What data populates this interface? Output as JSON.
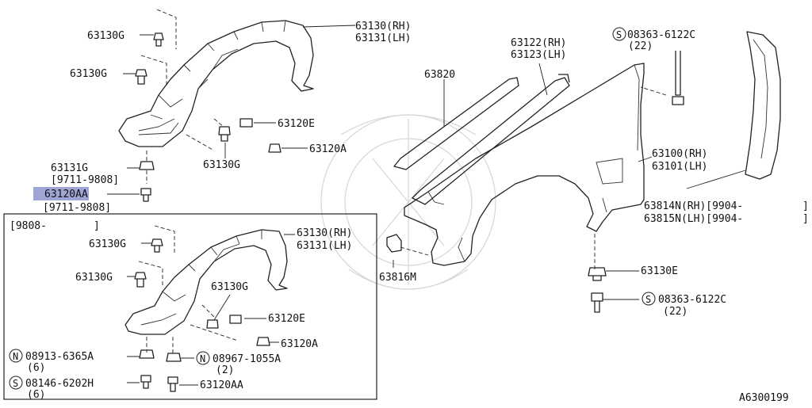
{
  "diagram": {
    "ref_code": "A6300199",
    "highlighted_part": "63120AA",
    "colors": {
      "highlight": "#9fa6d6",
      "line": "#222222"
    },
    "labels": {
      "l1": "63130G",
      "l2": "63130(RH)",
      "l3": "63131(LH)",
      "l4": "63130G",
      "l5": "63120E",
      "l6": "63120A",
      "l7": "63130G",
      "l8": "63131G",
      "l9": "[9711-9808]",
      "l10": "63120AA",
      "l11": "[9711-9808]",
      "l12": "63122(RH)",
      "l13": "63123(LH)",
      "l14": "63820",
      "l15": "08363-6122C",
      "l16": "(22)",
      "l17": "63100(RH)",
      "l18": "63101(LH)",
      "l19": "63814N(RH)[9904-",
      "l20": "]",
      "l21": "63815N(LH)[9904-",
      "l22": "]",
      "l23": "63816M",
      "l24": "63130E",
      "l25": "08363-6122C",
      "l26": "(22)",
      "l27": "[9808-",
      "l28": "]",
      "l29": "63130G",
      "l30": "63130(RH)",
      "l31": "63131(LH)",
      "l32": "63130G",
      "l33": "63130G",
      "l34": "63120E",
      "l35": "63120A",
      "l36": "08913-6365A",
      "l37": "(6)",
      "l38": "08967-1055A",
      "l39": "(2)",
      "l40": "08146-6202H",
      "l41": "(6)",
      "l42": "63120AA"
    },
    "symbols": {
      "s1": "S",
      "s2": "S",
      "s3": "N",
      "s4": "N",
      "s5": "S"
    }
  }
}
